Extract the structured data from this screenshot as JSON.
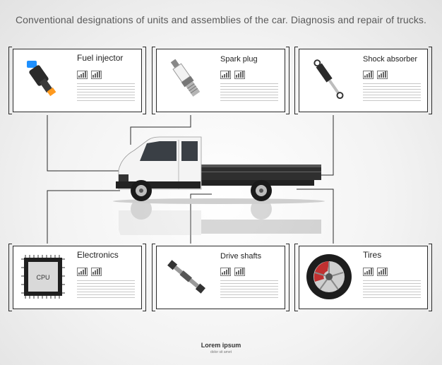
{
  "title": "Conventional designations of units and assemblies of the car. Diagnosis and repair of trucks.",
  "panels": [
    {
      "label": "Fuel injector",
      "icon": "fuel-injector-icon"
    },
    {
      "label": "Spark plug",
      "icon": "spark-plug-icon"
    },
    {
      "label": "Shock absorber",
      "icon": "shock-absorber-icon"
    },
    {
      "label": "Electronics",
      "icon": "cpu-chip-icon",
      "chip_text": "CPU"
    },
    {
      "label": "Drive shafts",
      "icon": "drive-shaft-icon"
    },
    {
      "label": "Tires",
      "icon": "tire-icon"
    }
  ],
  "footer": {
    "title": "Lorem ipsum",
    "subtitle": "dolor sit amet"
  },
  "colors": {
    "line": "#2a2a2a",
    "truck_body": "#f4f4f4",
    "truck_bed": "#333333"
  }
}
